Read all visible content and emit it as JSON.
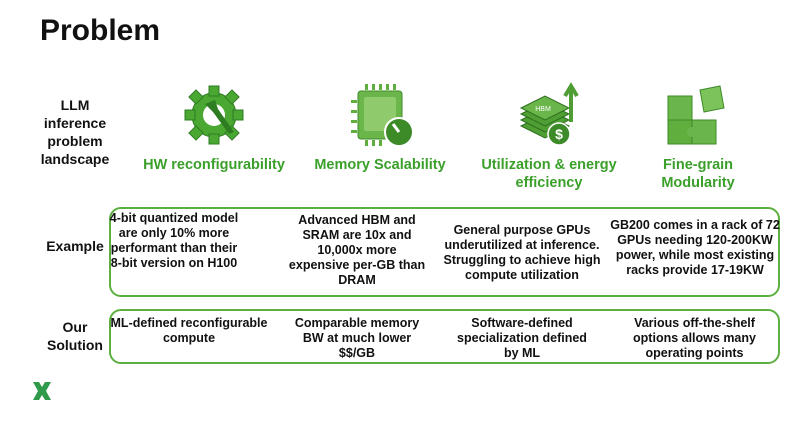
{
  "title": "Problem",
  "row_labels": {
    "landscape": "LLM inference problem landscape",
    "example": "Example",
    "solution": "Our Solution"
  },
  "columns": [
    {
      "icon": "gear-wrench-icon",
      "heading": "HW reconfigurability",
      "example": "4-bit quantized model are only 10% more performant than their 8-bit version on H100",
      "solution": "ML-defined reconfigurable compute"
    },
    {
      "icon": "chip-gauge-icon",
      "heading": "Memory Scalability",
      "example": "Advanced HBM and SRAM are 10x and 10,000x more expensive per-GB than DRAM",
      "solution": "Comparable memory BW at much lower $$/GB"
    },
    {
      "icon": "hbm-stack-dollar-icon",
      "heading": "Utilization & energy efficiency",
      "example": "General purpose GPUs underutilized at inference. Struggling to achieve high compute utilization",
      "solution": "Software-defined specialization defined by ML"
    },
    {
      "icon": "puzzle-icon",
      "heading": "Fine-grain Modularity",
      "example": "GB200 comes in a rack of 72 GPUs needing 120-200KW power, while most existing racks provide 17-19KW",
      "solution": "Various off-the-shelf options allows many operating points"
    }
  ],
  "icon_label_hbm": "HBM",
  "colors": {
    "accent": "#3aa02a",
    "border": "#5cb040",
    "logo": "#2e9a4a"
  }
}
